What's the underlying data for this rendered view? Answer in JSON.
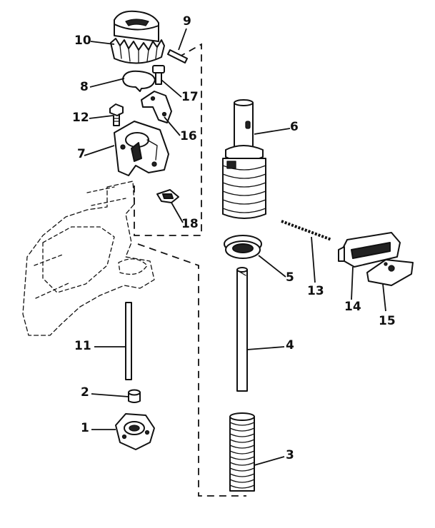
{
  "diagram": {
    "parts": [
      {
        "id": "1",
        "label": "1"
      },
      {
        "id": "2",
        "label": "2"
      },
      {
        "id": "3",
        "label": "3"
      },
      {
        "id": "4",
        "label": "4"
      },
      {
        "id": "5",
        "label": "5"
      },
      {
        "id": "6",
        "label": "6"
      },
      {
        "id": "7",
        "label": "7"
      },
      {
        "id": "8",
        "label": "8"
      },
      {
        "id": "9",
        "label": "9"
      },
      {
        "id": "10",
        "label": "10"
      },
      {
        "id": "11",
        "label": "11"
      },
      {
        "id": "12",
        "label": "12"
      },
      {
        "id": "13",
        "label": "13"
      },
      {
        "id": "14",
        "label": "14"
      },
      {
        "id": "15",
        "label": "15"
      },
      {
        "id": "16",
        "label": "16"
      },
      {
        "id": "17",
        "label": "17"
      },
      {
        "id": "18",
        "label": "18"
      }
    ]
  }
}
